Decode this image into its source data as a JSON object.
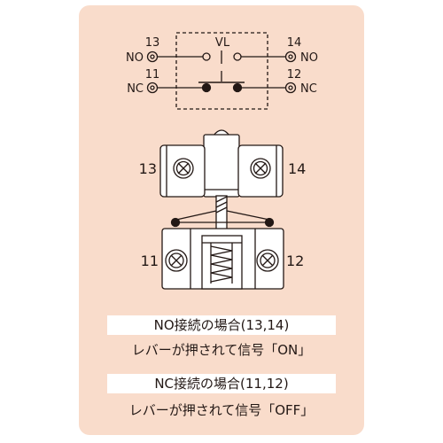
{
  "schematic": {
    "center_label": "VL",
    "terminal_13": "13",
    "terminal_14": "14",
    "terminal_11": "11",
    "terminal_12": "12",
    "no_left": "NO",
    "no_right": "NO",
    "nc_left": "NC",
    "nc_right": "NC"
  },
  "device": {
    "terminal_13": "13",
    "terminal_14": "14",
    "terminal_11": "11",
    "terminal_12": "12"
  },
  "captions": {
    "no_heading": "NO接続の場合(13,14)",
    "no_text": "レバーが押されて信号「ON」",
    "nc_heading": "NC接続の場合(11,12)",
    "nc_text": "レバーが押されて信号「OFF」"
  },
  "colors": {
    "panel_background": "#f9dccb",
    "line": "#231815",
    "device_fill": "#ffffff"
  }
}
